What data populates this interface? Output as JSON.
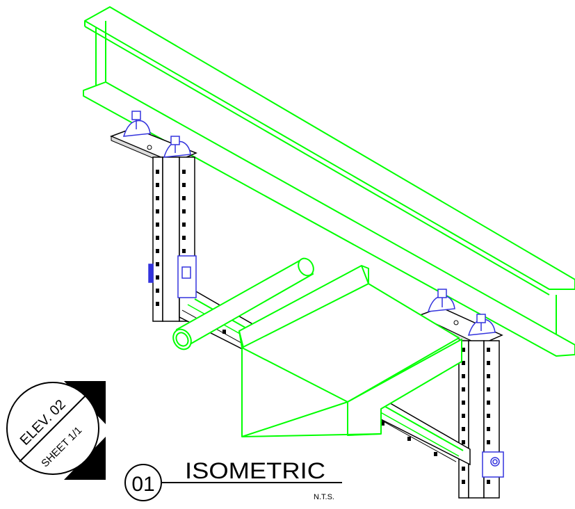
{
  "elevation_tag": {
    "line1": "ELEV. 02",
    "line2": "SHEET 1/1"
  },
  "title_block": {
    "number": "01",
    "title": "ISOMETRIC",
    "scale": "N.T.S."
  },
  "colors": {
    "steel": "#00ff00",
    "strut": "#000000",
    "hardware": "#3333dd",
    "background": "#ffffff"
  }
}
